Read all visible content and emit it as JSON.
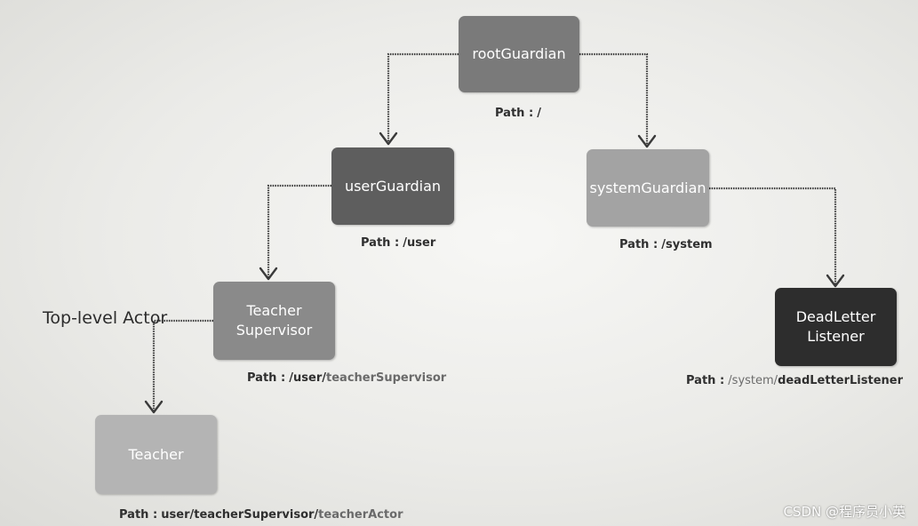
{
  "nodes": {
    "rootGuardian": {
      "label": "rootGuardian",
      "color": "#7a7a7a"
    },
    "userGuardian": {
      "label": "userGuardian",
      "color": "#5e5e5e"
    },
    "systemGuardian": {
      "label": "systemGuardian",
      "color": "#a3a3a3"
    },
    "teacherSupervisor": {
      "label": "Teacher\nSupervisor",
      "color": "#8a8a8a"
    },
    "deadLetterListener": {
      "label": "DeadLetter\nListener",
      "color": "#2d2d2d"
    },
    "teacher": {
      "label": "Teacher",
      "color": "#b4b4b4"
    }
  },
  "paths": {
    "root": {
      "key": "Path :",
      "value": "/"
    },
    "user": {
      "key": "Path :",
      "value": "/user"
    },
    "system": {
      "key": "Path :",
      "value": "/system"
    },
    "teacherSupervisor": {
      "key": "Path :",
      "value_a": "/user/",
      "value_b": "teacherSupervisor"
    },
    "deadLetterListener": {
      "key": "Path :",
      "value_a": "/system/",
      "value_b": "deadLetterListener"
    },
    "teacher": {
      "key": "Path :",
      "value_a": "user/teacherSupervisor/",
      "value_b": "teacherActor"
    }
  },
  "annotations": {
    "top_level": "Top-level Actor"
  },
  "watermark": "CSDN @程序员小英"
}
